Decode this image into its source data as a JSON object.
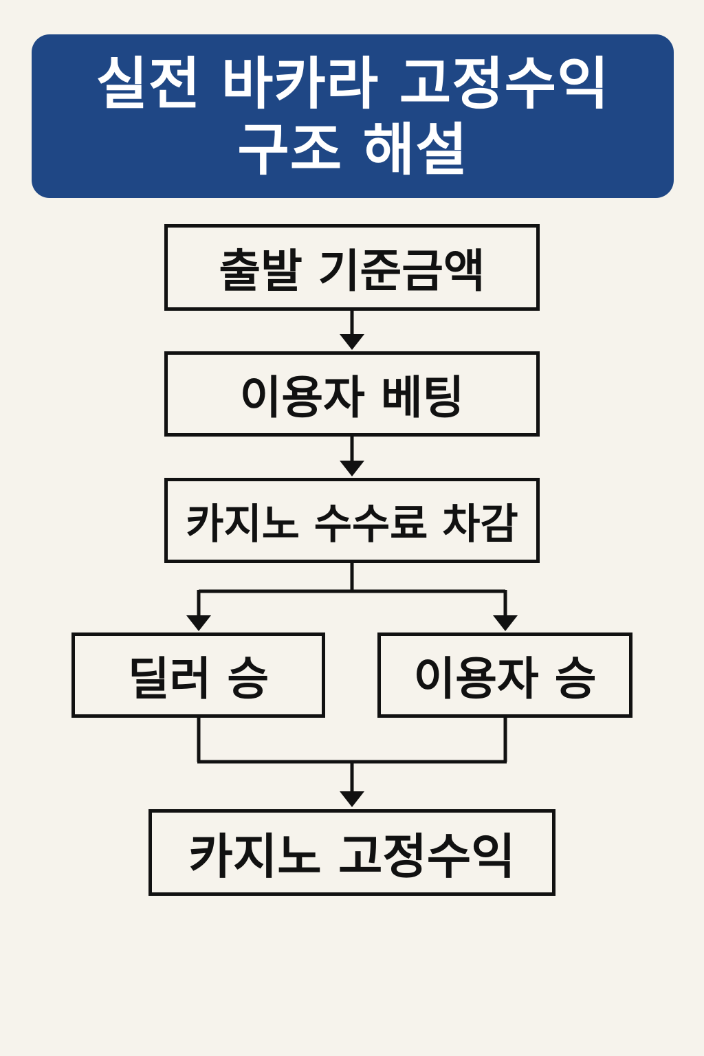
{
  "colors": {
    "background": "#f6f3ec",
    "banner": "#1f4785",
    "banner_text": "#ffffff",
    "line": "#111111"
  },
  "title": {
    "line1": "실전 바카라 고정수익",
    "line2": "구조 해설"
  },
  "nodes": {
    "start": "출발 기준금액",
    "bet": "이용자 베팅",
    "fee": "카지노 수수료 차감",
    "dealer_win": "딜러 승",
    "player_win": "이용자 승",
    "fixed_profit": "카지노 고정수익"
  },
  "edges": [
    {
      "from": "start",
      "to": "bet"
    },
    {
      "from": "bet",
      "to": "fee"
    },
    {
      "from": "fee",
      "to": "dealer_win"
    },
    {
      "from": "fee",
      "to": "player_win"
    },
    {
      "from": "dealer_win",
      "to": "fixed_profit"
    },
    {
      "from": "player_win",
      "to": "fixed_profit"
    }
  ]
}
